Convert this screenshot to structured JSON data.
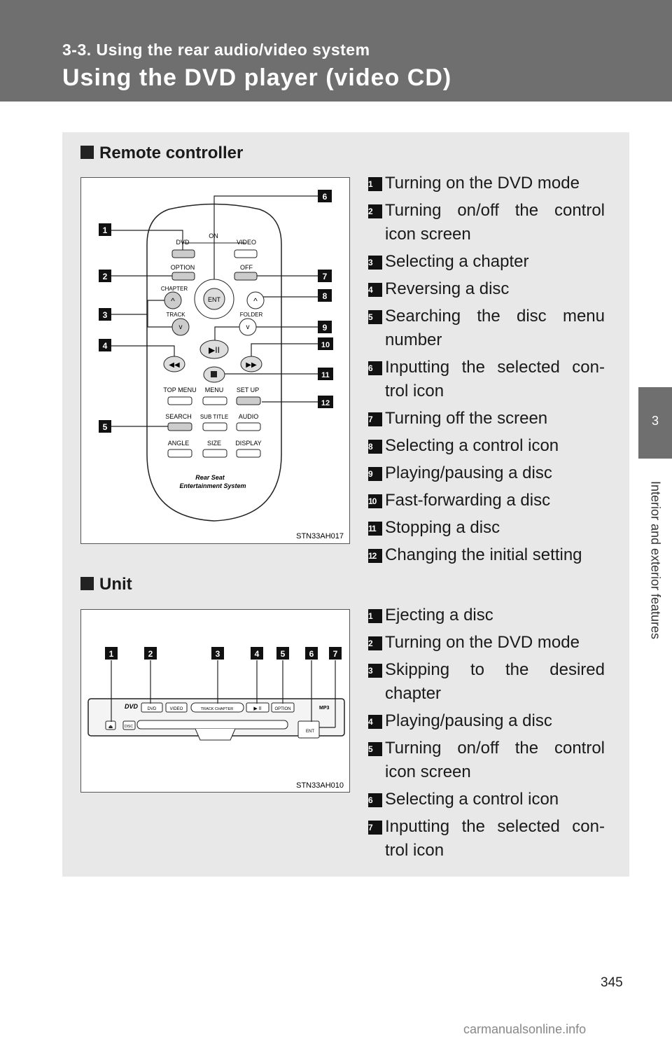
{
  "header": {
    "section": "3-3. Using the rear audio/video system",
    "title": "Using the DVD player (video CD)"
  },
  "side_tab": {
    "number": "3",
    "label": "Interior and exterior features"
  },
  "remote": {
    "heading": "Remote controller",
    "figure_id": "STN33AH017",
    "device": {
      "on": "ON",
      "dvd": "DVD",
      "video": "VIDEO",
      "option": "OPTION",
      "off": "OFF",
      "chapter": "CHAPTER",
      "track": "TRACK",
      "folder": "FOLDER",
      "ent": "ENT",
      "top_menu": "TOP MENU",
      "menu": "MENU",
      "set_up": "SET UP",
      "search": "SEARCH",
      "sub_title": "SUB TITLE",
      "audio": "AUDIO",
      "angle": "ANGLE",
      "size": "SIZE",
      "display": "DISPLAY",
      "brand_line1": "Rear Seat",
      "brand_line2": "Entertainment System"
    },
    "callouts": [
      "1",
      "2",
      "3",
      "4",
      "5",
      "6",
      "7",
      "8",
      "9",
      "10",
      "11",
      "12"
    ],
    "items": [
      {
        "num": "1",
        "text": "Turning on the DVD mode"
      },
      {
        "num": "2",
        "text": "Turning on/off the control icon screen"
      },
      {
        "num": "3",
        "text": "Selecting a chapter"
      },
      {
        "num": "4",
        "text": "Reversing a disc"
      },
      {
        "num": "5",
        "text": "Searching the disc menu number"
      },
      {
        "num": "6",
        "text": "Inputting the selected con-trol icon"
      },
      {
        "num": "7",
        "text": "Turning off the screen"
      },
      {
        "num": "8",
        "text": "Selecting a control icon"
      },
      {
        "num": "9",
        "text": "Playing/pausing a disc"
      },
      {
        "num": "10",
        "text": "Fast-forwarding a disc"
      },
      {
        "num": "11",
        "text": "Stopping a disc"
      },
      {
        "num": "12",
        "text": "Changing the initial setting"
      }
    ]
  },
  "unit": {
    "heading": "Unit",
    "figure_id": "STN33AH010",
    "device": {
      "dvd": "DVD",
      "video": "VIDEO",
      "track_chapter": "TRACK CHAPTER",
      "play": "▶ II",
      "option": "OPTION",
      "disc": "DISC",
      "ent": "ENT",
      "mp3": "MP3"
    },
    "callouts": [
      "1",
      "2",
      "3",
      "4",
      "5",
      "6",
      "7"
    ],
    "items": [
      {
        "num": "1",
        "text": "Ejecting a disc"
      },
      {
        "num": "2",
        "text": "Turning on the DVD mode"
      },
      {
        "num": "3",
        "text": "Skipping to the desired chapter"
      },
      {
        "num": "4",
        "text": "Playing/pausing a disc"
      },
      {
        "num": "5",
        "text": "Turning on/off the control icon screen"
      },
      {
        "num": "6",
        "text": "Selecting a control icon"
      },
      {
        "num": "7",
        "text": "Inputting the selected con-trol icon"
      }
    ]
  },
  "page_number": "345",
  "watermark": "carmanualsonline.info"
}
